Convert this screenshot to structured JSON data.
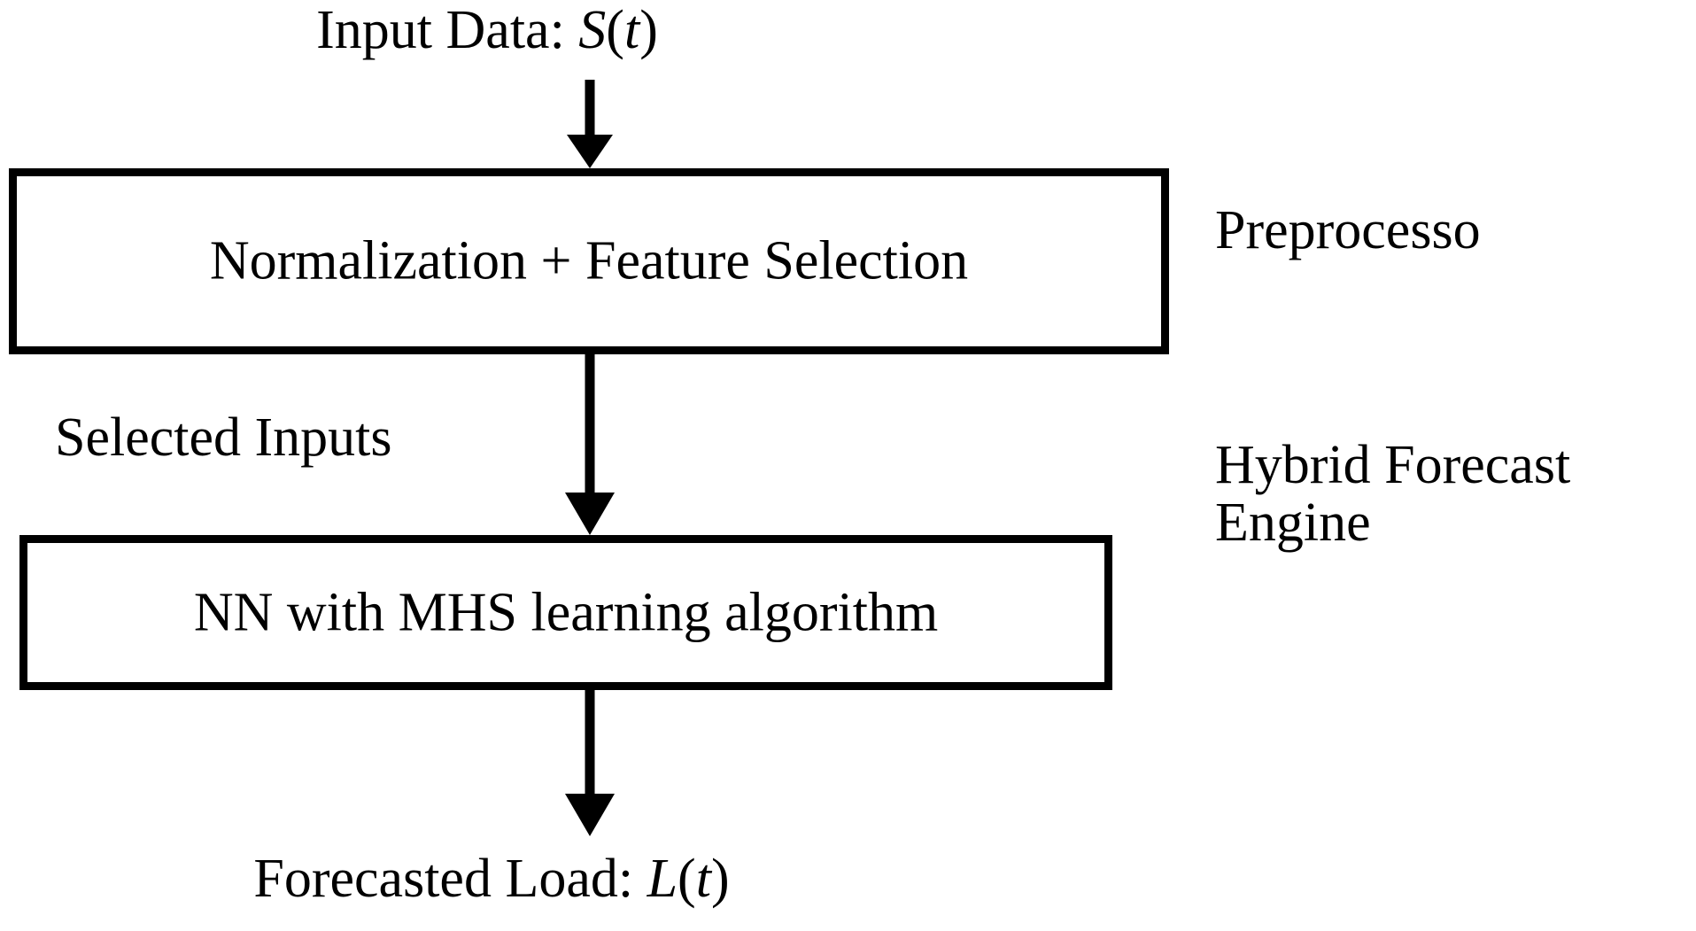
{
  "diagram": {
    "title_io": {
      "input_prefix": "Input Data: ",
      "input_symbol": "S",
      "input_arg_open": "(",
      "input_arg": "t",
      "input_arg_close": ")",
      "output_prefix": "Forecasted Load: ",
      "output_symbol": "L",
      "output_arg_open": "(",
      "output_arg": "t",
      "output_arg_close": ")"
    },
    "edges": {
      "input_to_preprocessor": "",
      "preprocessor_to_engine": "Selected Inputs",
      "engine_to_output": ""
    },
    "blocks": [
      {
        "id": "preprocessor",
        "box_label": "Normalization + Feature Selection",
        "stage_label": "Preprocesso"
      },
      {
        "id": "forecast-engine",
        "box_label": "NN with MHS learning algorithm",
        "stage_label_line1": "Hybrid Forecast",
        "stage_label_line2": "Engine"
      }
    ],
    "colors": {
      "stroke": "#000000",
      "background": "#ffffff",
      "text": "#000000"
    }
  }
}
